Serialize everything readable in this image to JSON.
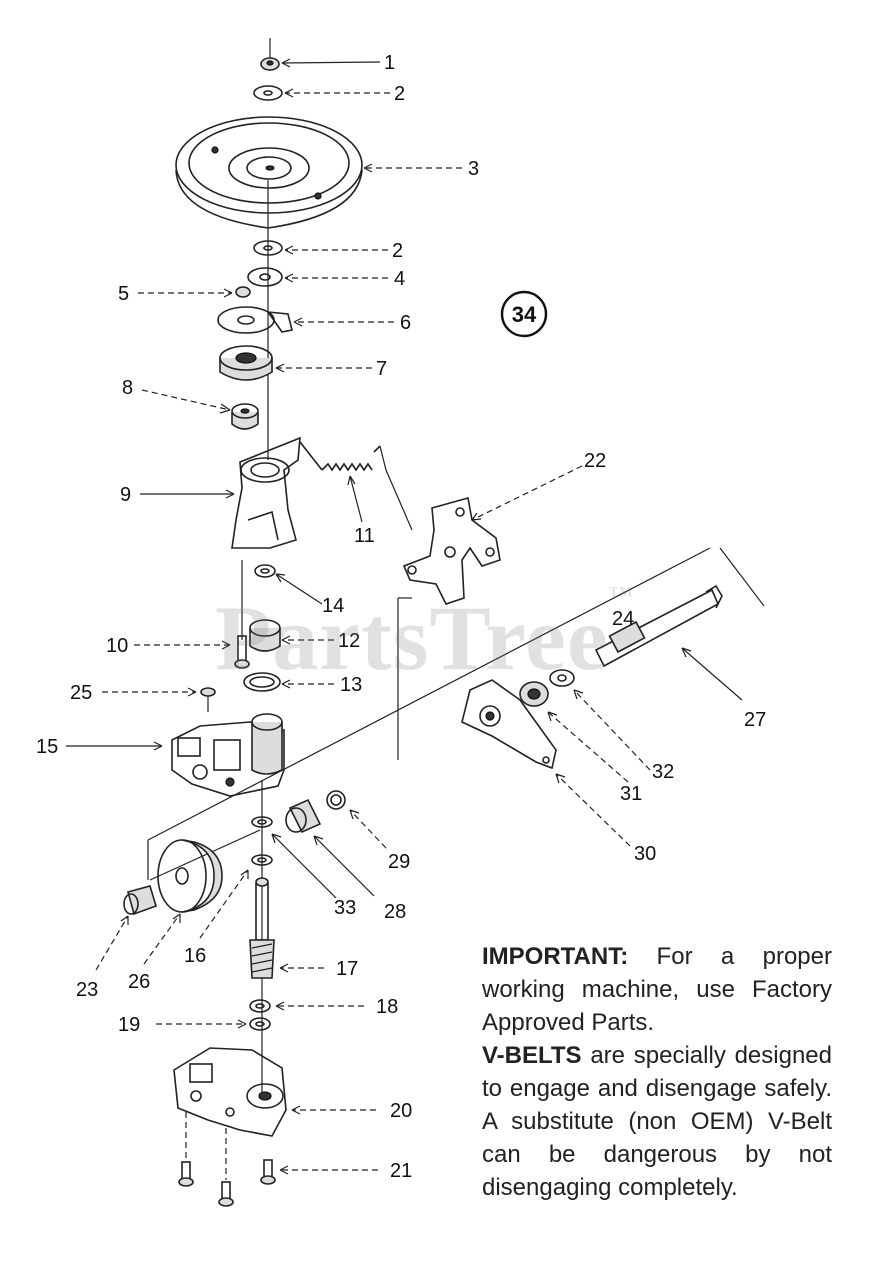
{
  "figure_number": "34",
  "watermark": {
    "text": "PartsTree",
    "tm": "TM"
  },
  "callouts": [
    "1",
    "2",
    "3",
    "2",
    "4",
    "5",
    "6",
    "7",
    "8",
    "9",
    "11",
    "22",
    "14",
    "10",
    "12",
    "13",
    "25",
    "15",
    "24",
    "27",
    "32",
    "31",
    "30",
    "29",
    "28",
    "33",
    "23",
    "26",
    "16",
    "17",
    "18",
    "19",
    "20",
    "21"
  ],
  "notice": {
    "important_label": "IMPORTANT:",
    "important_text": " For a proper working machine, use Factory Approved Parts.",
    "vbelts_label": "V-BELTS",
    "vbelts_text": " are specially designed to engage and disengage safely. A substitute (non OEM) V-Belt can be dangerous by not disengaging completely."
  }
}
